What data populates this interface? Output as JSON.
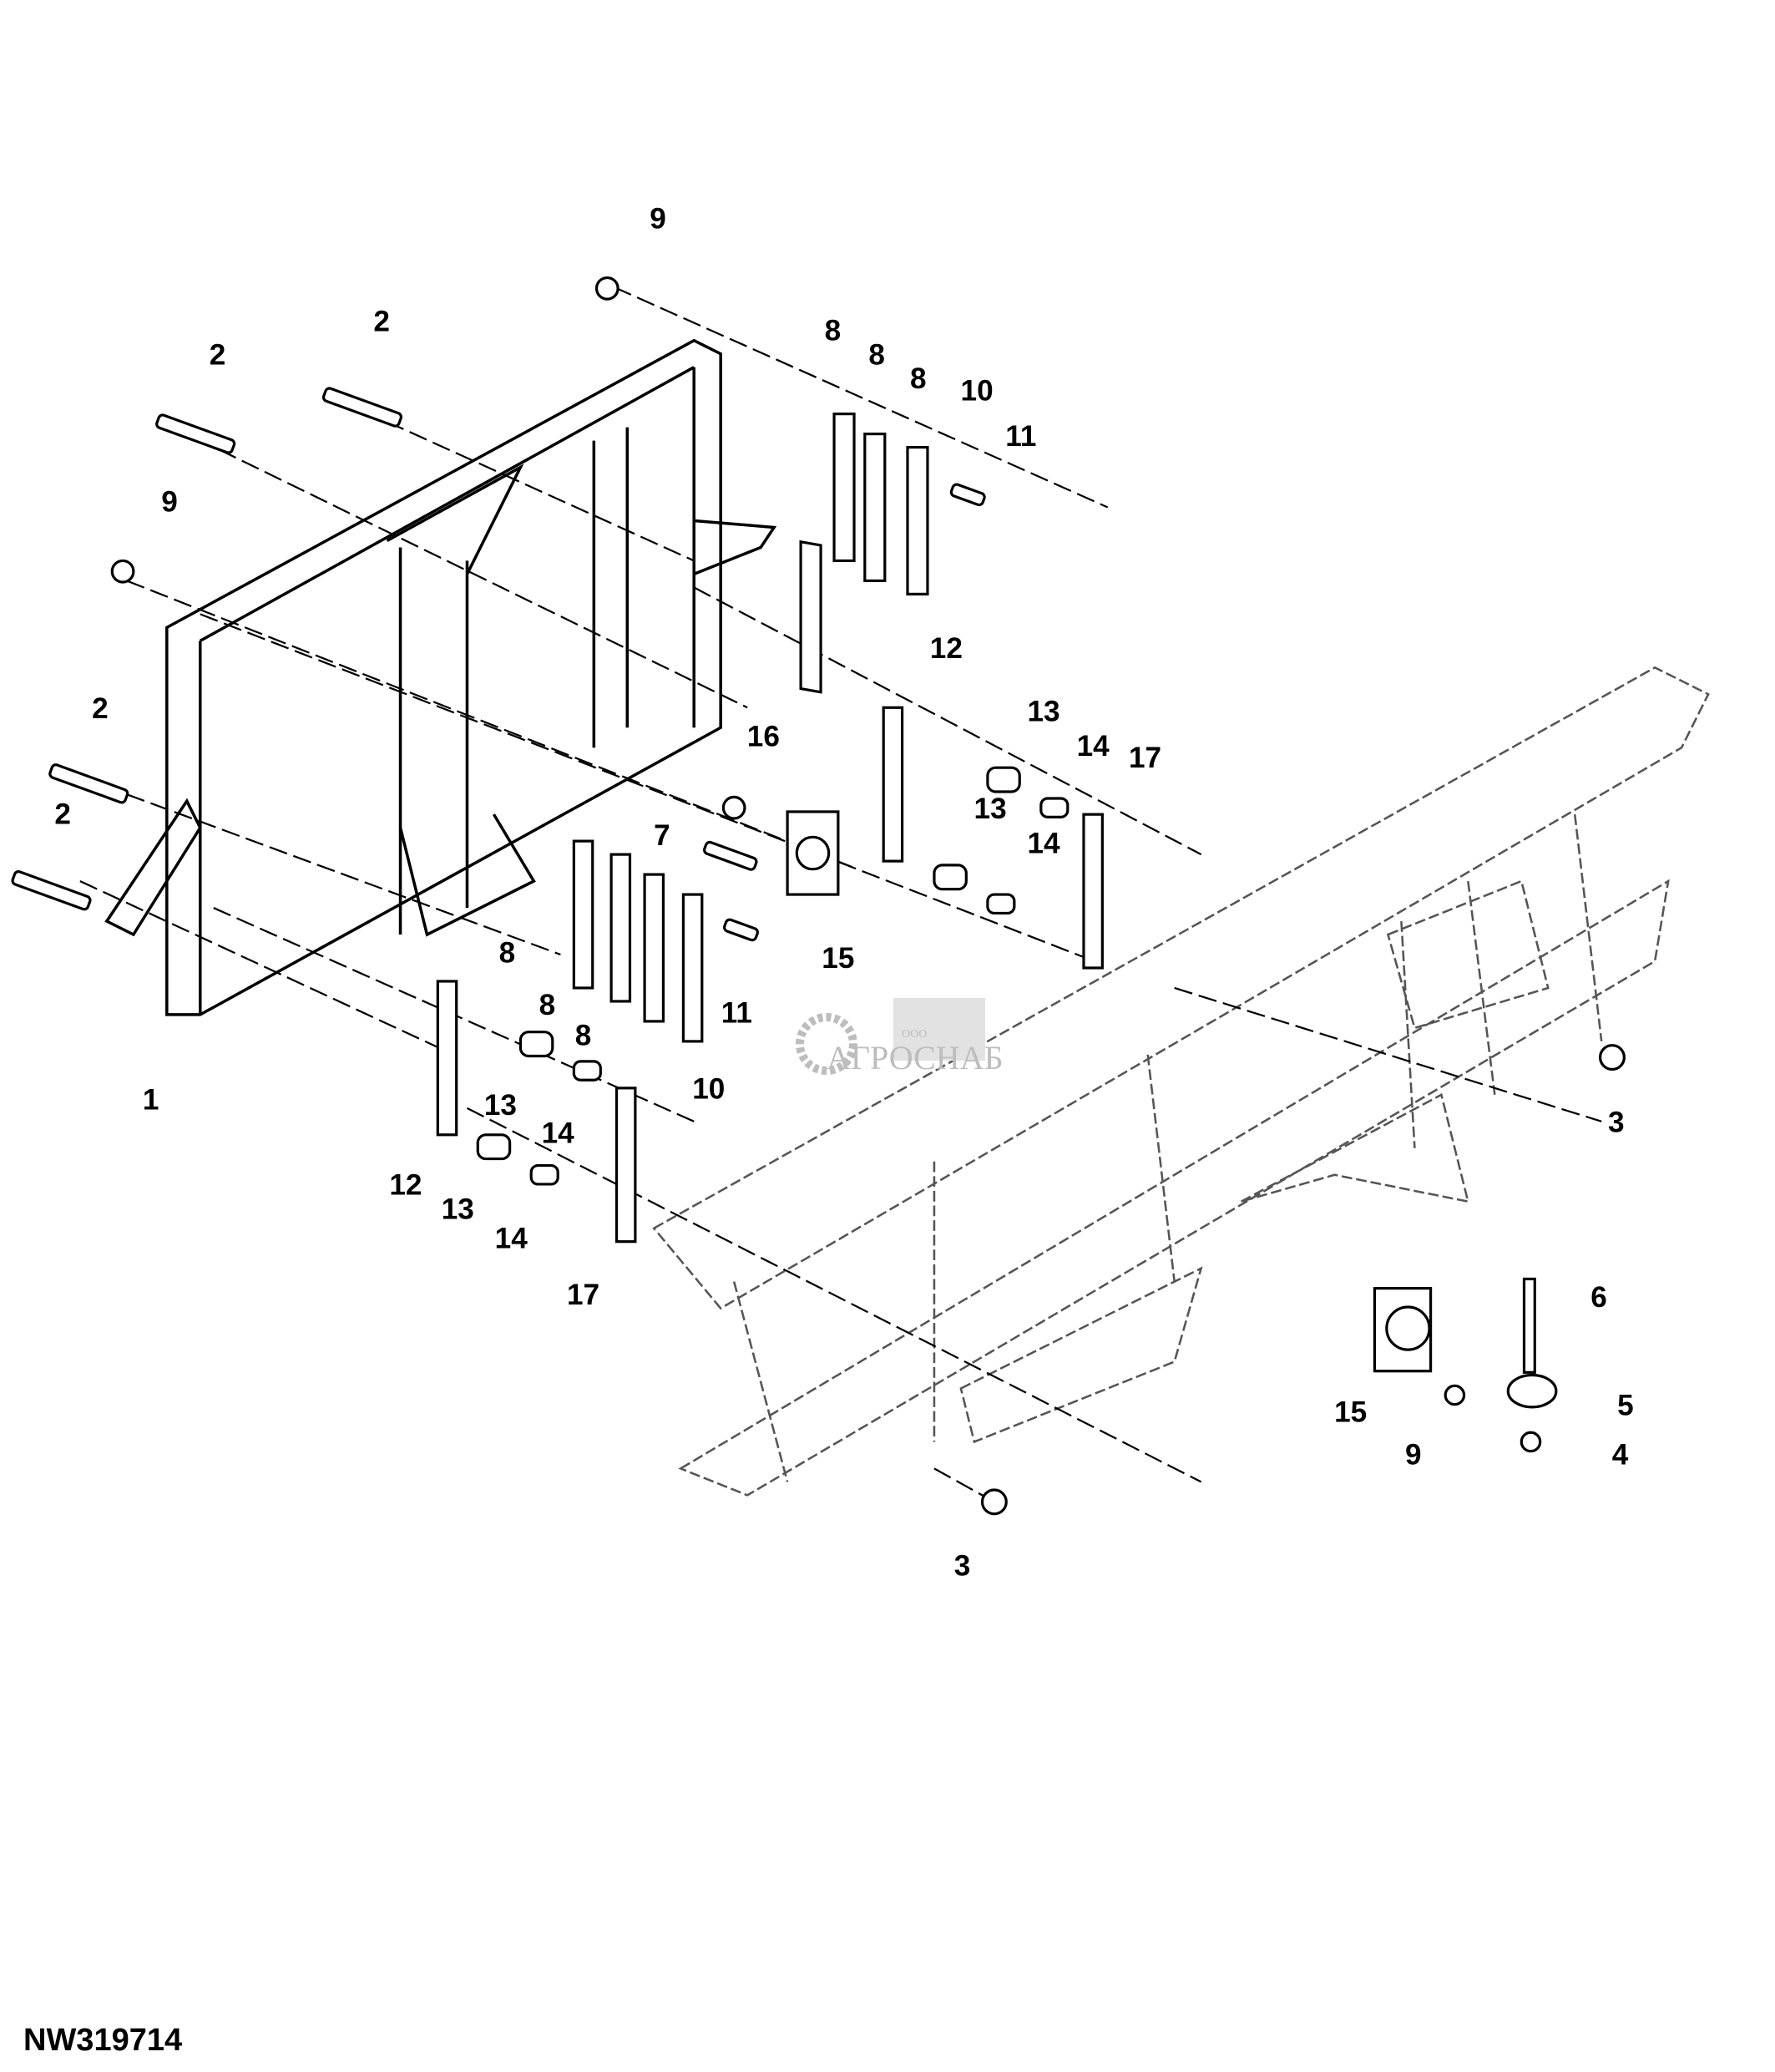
{
  "figure_id": "NW319714",
  "watermark": {
    "top": "ООО",
    "name": "АГРОСНАБ"
  },
  "callouts": [
    "9",
    "2",
    "2",
    "8",
    "8",
    "8",
    "10",
    "11",
    "9",
    "2",
    "2",
    "12",
    "16",
    "13",
    "14",
    "17",
    "7",
    "13",
    "14",
    "15",
    "8",
    "8",
    "8",
    "11",
    "10",
    "1",
    "13",
    "14",
    "12",
    "13",
    "14",
    "17",
    "3",
    "6",
    "5",
    "15",
    "9",
    "4",
    "3"
  ],
  "colors": {
    "line": "#000000",
    "phantom": "#555555",
    "watermark": "#bdbdbd"
  }
}
